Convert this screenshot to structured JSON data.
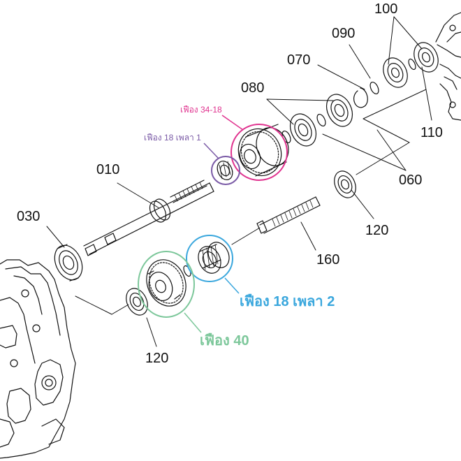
{
  "labels": {
    "p010": "010",
    "p030": "030",
    "p060": "060",
    "p070": "070",
    "p080": "080",
    "p090": "090",
    "p100": "100",
    "p110": "110",
    "p120_right": "120",
    "p120_bottom": "120",
    "p160": "160"
  },
  "callouts": {
    "gear_34_18": "เฟือง 34-18",
    "gear_18_shaft_1": "เฟือง 18 เพลา 1",
    "gear_18_shaft_2": "เฟือง 18 เพลา 2",
    "gear_40": "เฟือง 40"
  },
  "colors": {
    "gear_34_18": "#e0338f",
    "gear_18_shaft_1": "#7a5aa6",
    "gear_18_shaft_2": "#3aa7dd",
    "gear_40": "#7cc79a",
    "line": "#111111"
  }
}
